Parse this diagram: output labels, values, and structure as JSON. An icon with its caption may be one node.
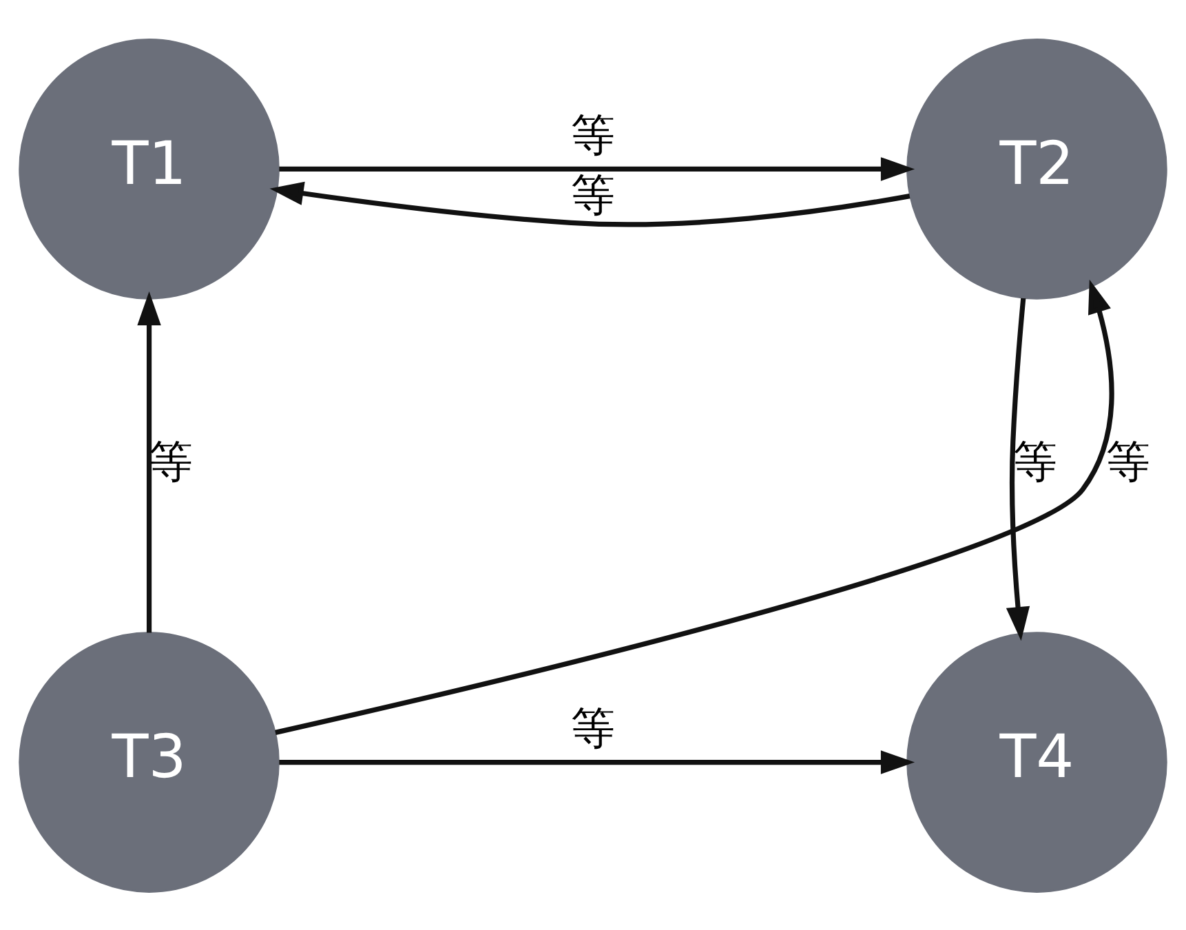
{
  "diagram": {
    "nodes": [
      {
        "text": [
          "T1"
        ]
      },
      {
        "text": [
          "T2"
        ]
      },
      {
        "text": [
          "T4"
        ]
      },
      {
        "text": [
          "T3"
        ]
      }
    ],
    "edges": [
      {
        "from": 0,
        "to": 1,
        "arrow": "to",
        "label": "等"
      },
      {
        "from": 1,
        "to": 0,
        "arrow": "to",
        "label": "等"
      },
      {
        "from": 1,
        "to": 2,
        "arrow": "to",
        "label": "等"
      },
      {
        "from": 3,
        "to": 0,
        "arrow": "to",
        "label": "等"
      },
      {
        "from": 3,
        "to": 1,
        "arrow": "to",
        "label": "等"
      },
      {
        "from": 3,
        "to": 2,
        "arrow": "to",
        "label": "等"
      }
    ]
  }
}
